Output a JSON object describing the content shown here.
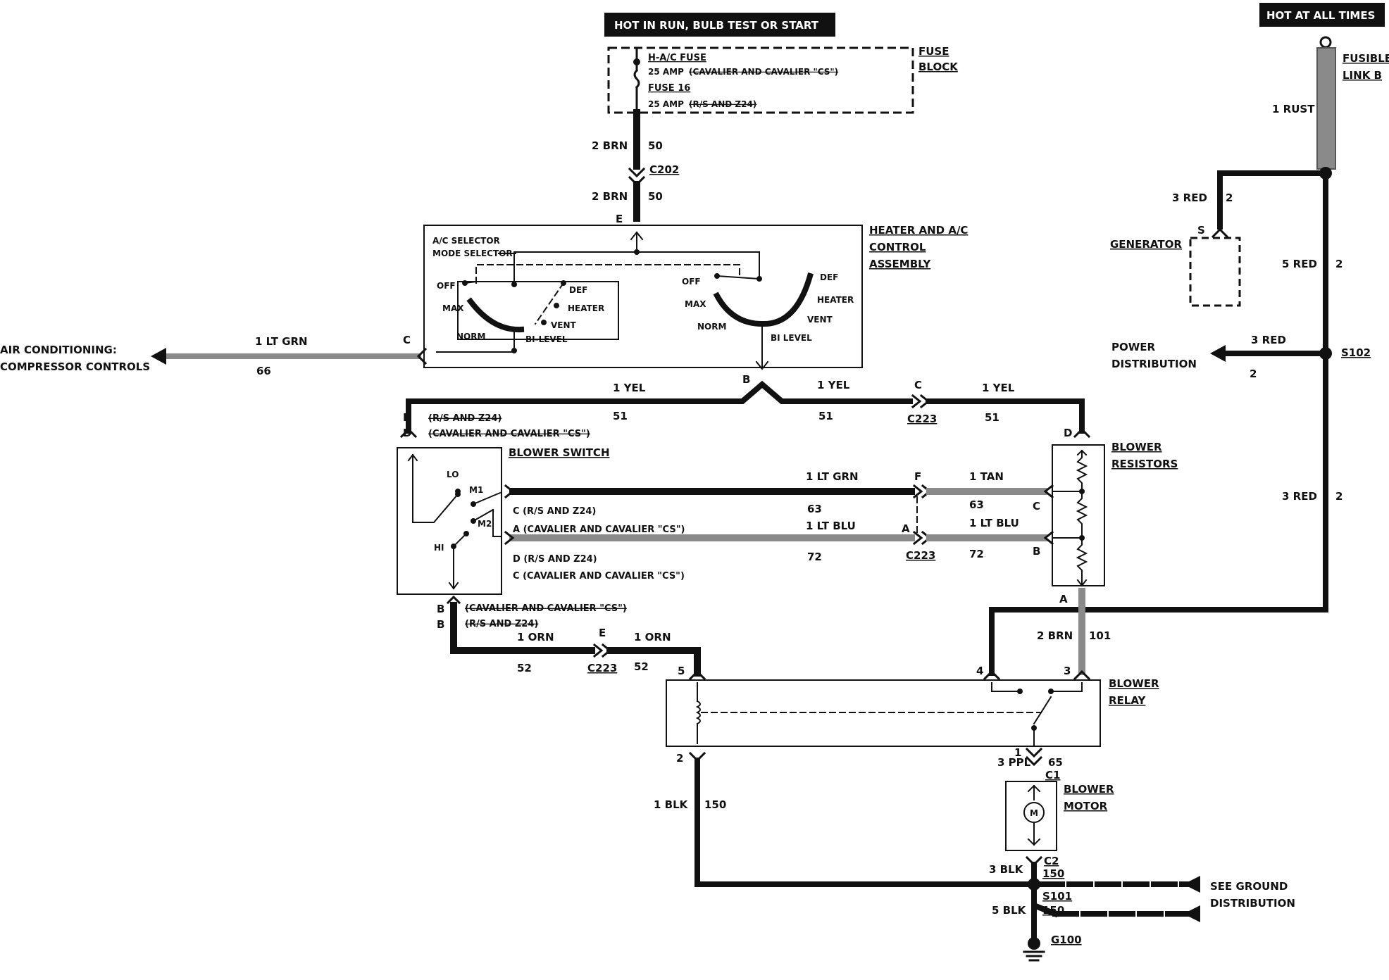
{
  "header_left": "HOT IN RUN, BULB TEST OR START",
  "header_right": "HOT AT ALL TIMES",
  "fuse_block": {
    "title_line1": "FUSE",
    "title_line2": "BLOCK",
    "fuse1_name": "H-A/C FUSE",
    "fuse1_rating": "25 AMP",
    "fuse1_note": "(CAVALIER AND CAVALIER \"CS\")",
    "fuse2_name": "FUSE 16",
    "fuse2_rating": "25 AMP",
    "fuse2_note": "(R/S AND Z24)"
  },
  "fusible_link": {
    "line1": "FUSIBLE",
    "line2": "LINK B",
    "wire": "1 RUST"
  },
  "c202": {
    "label": "C202",
    "wire_top": "2 BRN",
    "wire_top_ckt": "50",
    "wire_bot": "2 BRN",
    "wire_bot_ckt": "50",
    "pin": "E"
  },
  "control_assembly": {
    "title_line1": "HEATER AND A/C",
    "title_line2": "CONTROL",
    "title_line3": "ASSEMBLY",
    "ac_selector": "A/C SELECTOR",
    "mode_selector": "MODE SELECTOR",
    "left_off": "OFF",
    "left_max": "MAX",
    "left_norm": "NORM",
    "left_def": "DEF",
    "left_heater": "HEATER",
    "left_vent": "VENT",
    "left_bilevel": "BI-LEVEL",
    "right_off": "OFF",
    "right_max": "MAX",
    "right_norm": "NORM",
    "right_def": "DEF",
    "right_heater": "HEATER",
    "right_vent": "VENT",
    "right_bilevel": "BI LEVEL",
    "pin_c": "C",
    "pin_b": "B"
  },
  "ac_compressor": {
    "line1": "AIR CONDITIONING:",
    "line2": "COMPRESSOR CONTROLS",
    "wire": "1 LT GRN",
    "ckt": "66"
  },
  "generator": {
    "label": "GENERATOR",
    "pin": "S",
    "wire": "3 RED",
    "ckt": "2"
  },
  "power_distribution": {
    "line1": "POWER",
    "line2": "DISTRIBUTION",
    "wire": "3 RED",
    "ckt": "2",
    "splice": "S102"
  },
  "red_wires": {
    "upper": "5 RED",
    "upper_ckt": "2",
    "lower": "3 RED",
    "lower_ckt": "2"
  },
  "yel_wires": {
    "w1": "1 YEL",
    "w1_ckt": "51",
    "w2": "1 YEL",
    "w2_ckt": "51",
    "w3": "1 YEL",
    "w3_ckt": "51",
    "conn": "C223",
    "pin": "C"
  },
  "blower_switch": {
    "title": "BLOWER SWITCH",
    "pin_e": "E",
    "pin_d": "D",
    "note1": "(R/S AND Z24)",
    "note2": "(CAVALIER AND CAVALIER \"CS\")",
    "lo": "LO",
    "m1": "M1",
    "m2": "M2",
    "hi": "HI",
    "c_note": "C (R/S AND Z24)",
    "a_note": "A (CAVALIER AND CAVALIER \"CS\")",
    "d_note": "D (R/S AND Z24)",
    "c2_note": "C (CAVALIER AND CAVALIER \"CS\")",
    "b_note1": "(CAVALIER AND CAVALIER \"CS\")",
    "b_note2": "(R/S AND Z24)",
    "pin_b1": "B",
    "pin_b2": "B"
  },
  "blower_resistors": {
    "line1": "BLOWER",
    "line2": "RESISTORS",
    "pin_d": "D",
    "pin_c": "C",
    "pin_b": "B",
    "pin_a": "A"
  },
  "mid_wires": {
    "grn": "1 LT GRN",
    "grn_ckt": "63",
    "tan": "1 TAN",
    "tan_ckt": "63",
    "pin_f": "F",
    "blu1": "1 LT BLU",
    "blu1_ckt": "72",
    "blu2": "1 LT BLU",
    "blu2_ckt": "72",
    "pin_a": "A",
    "conn": "C223"
  },
  "orn_wires": {
    "w1": "1 ORN",
    "w1_ckt": "52",
    "w2": "1 ORN",
    "w2_ckt": "52",
    "pin_e": "E",
    "conn": "C223"
  },
  "blower_relay": {
    "line1": "BLOWER",
    "line2": "RELAY",
    "pin5": "5",
    "pin4": "4",
    "pin3": "3",
    "pin2": "2",
    "pin1": "1",
    "brn_wire": "2 BRN",
    "brn_ckt": "101"
  },
  "blower_motor": {
    "line1": "BLOWER",
    "line2": "MOTOR",
    "m": "M",
    "ppl": "3 PPL",
    "ppl_ckt": "65",
    "c1": "C1",
    "blk3": "3 BLK",
    "c2": "C2",
    "c2_ckt": "150"
  },
  "ground": {
    "blk1": "1 BLK",
    "blk1_ckt": "150",
    "s101": "S101",
    "blk5": "5 BLK",
    "blk5_ckt": "150",
    "g100": "G100",
    "line1": "SEE GROUND",
    "line2": "DISTRIBUTION"
  }
}
